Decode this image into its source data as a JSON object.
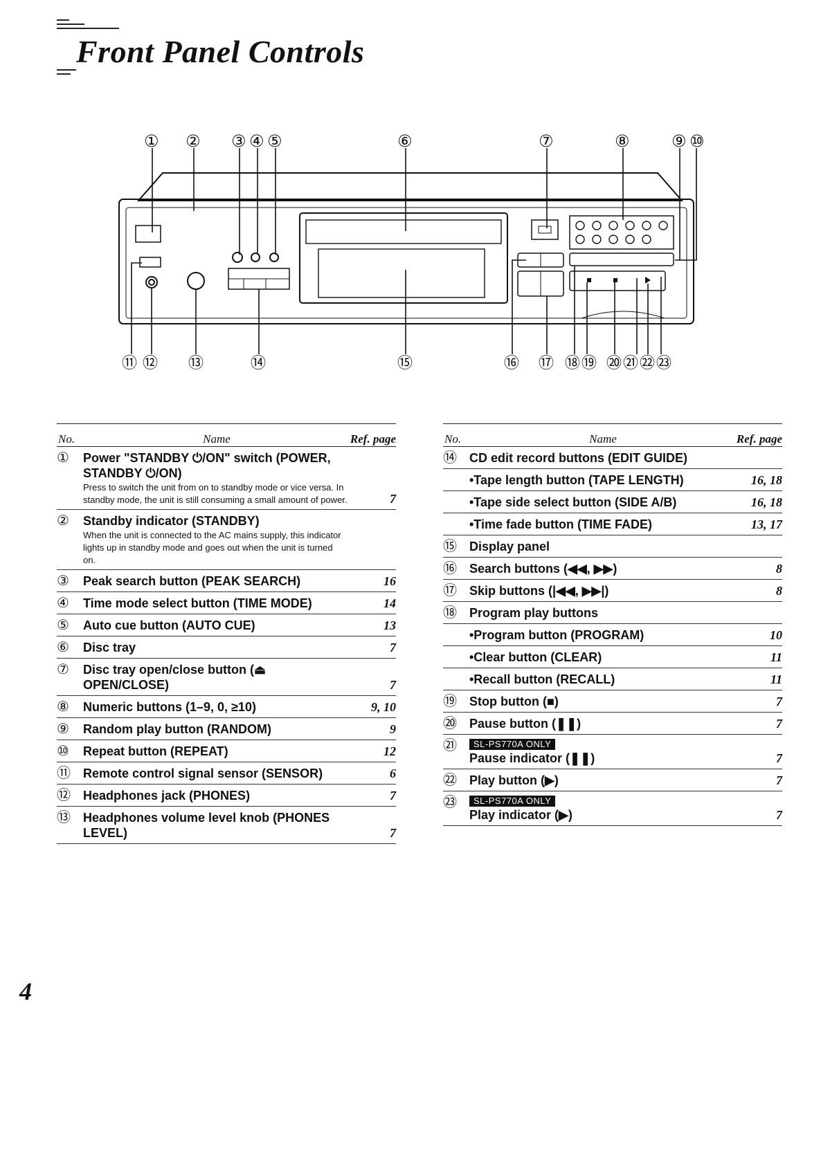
{
  "page": {
    "title": "Front Panel Controls",
    "page_number": "4"
  },
  "diagram": {
    "top_callouts": [
      "①",
      "②",
      "③",
      "④",
      "⑤",
      "⑥",
      "⑦",
      "⑧",
      "⑨",
      "⑩"
    ],
    "bottom_callouts": [
      "⑪",
      "⑫",
      "⑬",
      "⑭",
      "⑮",
      "⑯",
      "⑰",
      "⑱",
      "⑲",
      "⑳",
      "㉑",
      "㉒",
      "㉓"
    ]
  },
  "table_left": {
    "headers": {
      "no": "No.",
      "name": "Name",
      "ref": "Ref. page"
    },
    "rows": [
      {
        "num": "①",
        "name": "Power \"STANDBY ⏻/ON\" switch (POWER, STANDBY ⏻/ON)",
        "desc": "Press to switch the unit from on to standby mode or vice versa. In standby mode, the unit is still consuming a small amount of power.",
        "ref": "7"
      },
      {
        "num": "②",
        "name": "Standby indicator (STANDBY)",
        "desc": "When the unit is connected to the AC mains supply, this indicator lights up in standby mode and goes out when the unit is turned on.",
        "ref": ""
      },
      {
        "num": "③",
        "name": "Peak search button (PEAK SEARCH)",
        "desc": "",
        "ref": "16"
      },
      {
        "num": "④",
        "name": "Time mode select button (TIME MODE)",
        "desc": "",
        "ref": "14"
      },
      {
        "num": "⑤",
        "name": "Auto cue button (AUTO CUE)",
        "desc": "",
        "ref": "13"
      },
      {
        "num": "⑥",
        "name": "Disc tray",
        "desc": "",
        "ref": "7"
      },
      {
        "num": "⑦",
        "name": "Disc tray open/close button (⏏ OPEN/CLOSE)",
        "desc": "",
        "ref": "7"
      },
      {
        "num": "⑧",
        "name": "Numeric buttons (1–9, 0, ≥10)",
        "desc": "",
        "ref": "9, 10"
      },
      {
        "num": "⑨",
        "name": "Random play button (RANDOM)",
        "desc": "",
        "ref": "9"
      },
      {
        "num": "⑩",
        "name": "Repeat button (REPEAT)",
        "desc": "",
        "ref": "12"
      },
      {
        "num": "⑪",
        "name": "Remote control signal sensor (SENSOR)",
        "desc": "",
        "ref": "6"
      },
      {
        "num": "⑫",
        "name": "Headphones jack (PHONES)",
        "desc": "",
        "ref": "7"
      },
      {
        "num": "⑬",
        "name": "Headphones volume level knob (PHONES LEVEL)",
        "desc": "",
        "ref": "7"
      }
    ]
  },
  "table_right": {
    "headers": {
      "no": "No.",
      "name": "Name",
      "ref": "Ref. page"
    },
    "rows": [
      {
        "num": "⑭",
        "name": "CD edit record buttons (EDIT GUIDE)",
        "badge": "",
        "ref": "",
        "sub": false
      },
      {
        "num": "",
        "name": "•Tape length button (TAPE LENGTH)",
        "badge": "",
        "ref": "16, 18",
        "sub": true
      },
      {
        "num": "",
        "name": "•Tape side select button (SIDE A/B)",
        "badge": "",
        "ref": "16, 18",
        "sub": true
      },
      {
        "num": "",
        "name": "•Time fade button (TIME FADE)",
        "badge": "",
        "ref": "13, 17",
        "sub": true
      },
      {
        "num": "⑮",
        "name": "Display panel",
        "badge": "",
        "ref": "",
        "sub": false
      },
      {
        "num": "⑯",
        "name": "Search buttons (◀◀, ▶▶)",
        "badge": "",
        "ref": "8",
        "sub": false
      },
      {
        "num": "⑰",
        "name": "Skip buttons (|◀◀, ▶▶|)",
        "badge": "",
        "ref": "8",
        "sub": false
      },
      {
        "num": "⑱",
        "name": "Program play buttons",
        "badge": "",
        "ref": "",
        "sub": false
      },
      {
        "num": "",
        "name": "•Program button (PROGRAM)",
        "badge": "",
        "ref": "10",
        "sub": true
      },
      {
        "num": "",
        "name": "•Clear button (CLEAR)",
        "badge": "",
        "ref": "11",
        "sub": true
      },
      {
        "num": "",
        "name": "•Recall button (RECALL)",
        "badge": "",
        "ref": "11",
        "sub": true
      },
      {
        "num": "⑲",
        "name": "Stop button (■)",
        "badge": "",
        "ref": "7",
        "sub": false
      },
      {
        "num": "⑳",
        "name": "Pause button (❚❚)",
        "badge": "",
        "ref": "7",
        "sub": false
      },
      {
        "num": "㉑",
        "name": "Pause indicator (❚❚)",
        "badge": "SL-PS770A ONLY",
        "ref": "7",
        "sub": false
      },
      {
        "num": "㉒",
        "name": "Play button (▶)",
        "badge": "",
        "ref": "7",
        "sub": false
      },
      {
        "num": "㉓",
        "name": "Play indicator (▶)",
        "badge": "SL-PS770A ONLY",
        "ref": "7",
        "sub": false
      }
    ]
  }
}
